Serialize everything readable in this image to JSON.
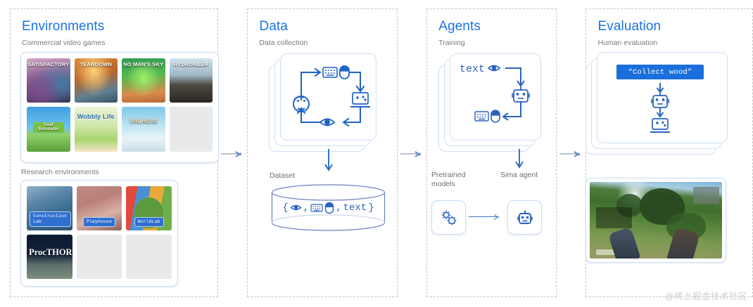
{
  "panels": [
    {
      "title": "Environments",
      "subtitle": "Commercial video games",
      "second_label": "Research environments",
      "commercial_games": [
        {
          "name": "SATISFACTORY",
          "art": "g-satisfactory"
        },
        {
          "name": "TEARDOWN",
          "art": "g-teardown"
        },
        {
          "name": "NO MAN'S SKY",
          "art": "g-nomanssky"
        },
        {
          "name": "HYDRONEER",
          "art": "g-hydroneer"
        },
        {
          "name": "Goat Simulator",
          "art": "g-goat"
        },
        {
          "name": "Wobbly Life",
          "art": "g-wobbly"
        },
        {
          "name": "VALHEIM",
          "art": "g-valheim"
        },
        {
          "name": "",
          "art": "tile-empty"
        }
      ],
      "research_envs": [
        {
          "name": "Construction Lab",
          "art": "g-construction"
        },
        {
          "name": "Playhouse",
          "art": "g-playhouse"
        },
        {
          "name": "WorldLab",
          "art": "g-worldlab"
        },
        {
          "name": "ProcTHOR",
          "art": "g-procthor"
        },
        {
          "name": "",
          "art": "tile-empty"
        },
        {
          "name": "",
          "art": "tile-empty"
        }
      ]
    },
    {
      "title": "Data",
      "subtitle": "Data collection",
      "dataset_label": "Dataset",
      "dataset_contents": [
        "{",
        "eye-icon",
        ",",
        "keyboard-icon",
        "mouse-icon",
        ",",
        "text",
        "}"
      ],
      "dataset_text": "text",
      "cycle_icons": [
        "keyboard-icon",
        "mouse-icon",
        "game-screen-icon",
        "eye-icon",
        "person-icon"
      ]
    },
    {
      "title": "Agents",
      "subtitle": "Training",
      "card_text": "text",
      "card_icons": [
        "eye-icon",
        "robot-icon",
        "keyboard-icon",
        "mouse-icon"
      ],
      "pretrained_label": "Pretrained models",
      "sima_label": "Sima agent",
      "pretrained_icon": "gears-icon",
      "sima_icon": "robot-icon"
    },
    {
      "title": "Evaluation",
      "subtitle": "Human evaluation",
      "instruction": "“Collect wood”",
      "flow_icons": [
        "robot-icon",
        "game-screen-icon"
      ]
    }
  ],
  "colors": {
    "accent": "#1a73e8",
    "line": "#1f63c4",
    "chip": "#1a6fdc",
    "dashed_border": "#c6c6c6",
    "card_border": "#c9dcf5",
    "subtitle": "#7b7b7b"
  },
  "watermark": "@稀土掘金技术社区"
}
